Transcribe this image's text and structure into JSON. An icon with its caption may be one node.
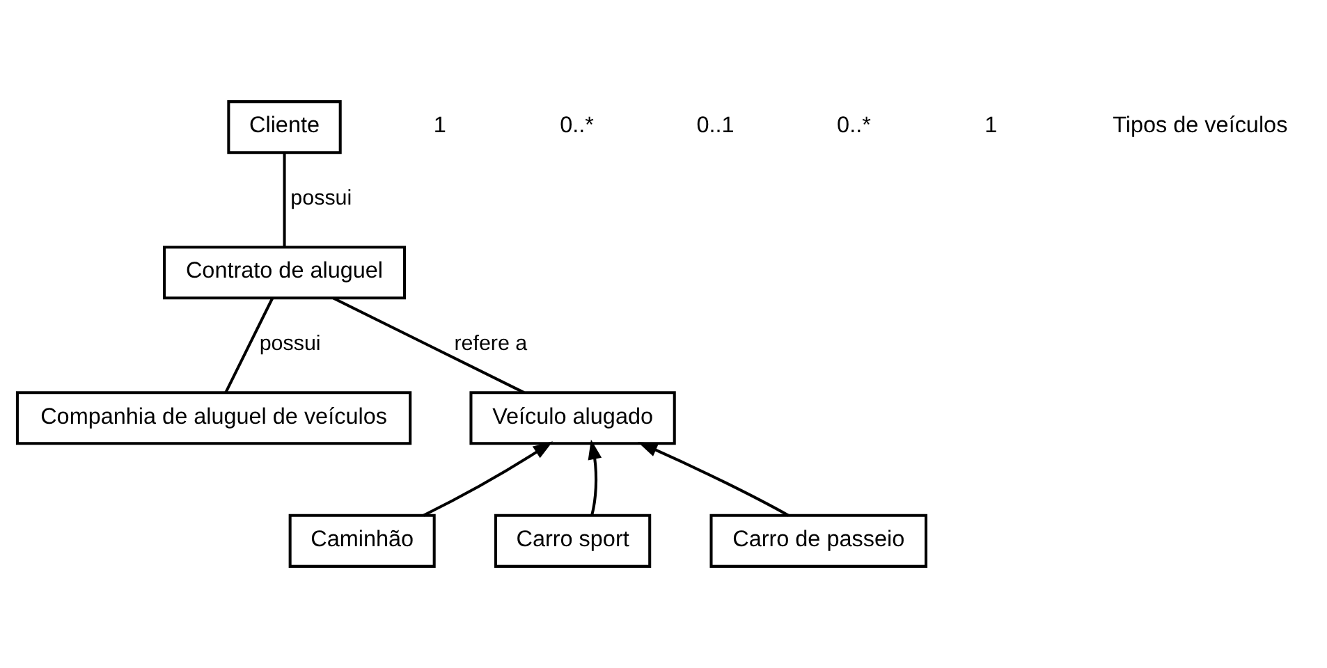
{
  "diagram": {
    "nodes": [
      {
        "text": [
          "Cliente"
        ]
      },
      {
        "text": [
          "Contrato de aluguel"
        ]
      },
      {
        "text": [
          "Companhia de aluguel de veículos"
        ]
      },
      {
        "text": [
          "Veículo alugado"
        ]
      },
      {
        "text": [
          "Caminhão"
        ]
      },
      {
        "text": [
          "Carro sport"
        ]
      },
      {
        "text": [
          "Carro de passeio"
        ]
      }
    ],
    "edges": [
      {
        "from": 0,
        "to": 1,
        "arrow": "none",
        "label": "possui"
      },
      {
        "from": 1,
        "to": 3,
        "arrow": "none",
        "label": "refere a"
      },
      {
        "from": 1,
        "to": 2,
        "arrow": "none",
        "label": "possui"
      },
      {
        "from": 4,
        "to": 3,
        "arrow": "to"
      },
      {
        "from": 5,
        "to": 3,
        "arrow": "to"
      },
      {
        "from": 6,
        "to": 3,
        "arrow": "to"
      }
    ],
    "labels": [
      "1",
      "0..*",
      "0..1",
      "0..*",
      "1",
      "Tipos de veículos"
    ]
  }
}
